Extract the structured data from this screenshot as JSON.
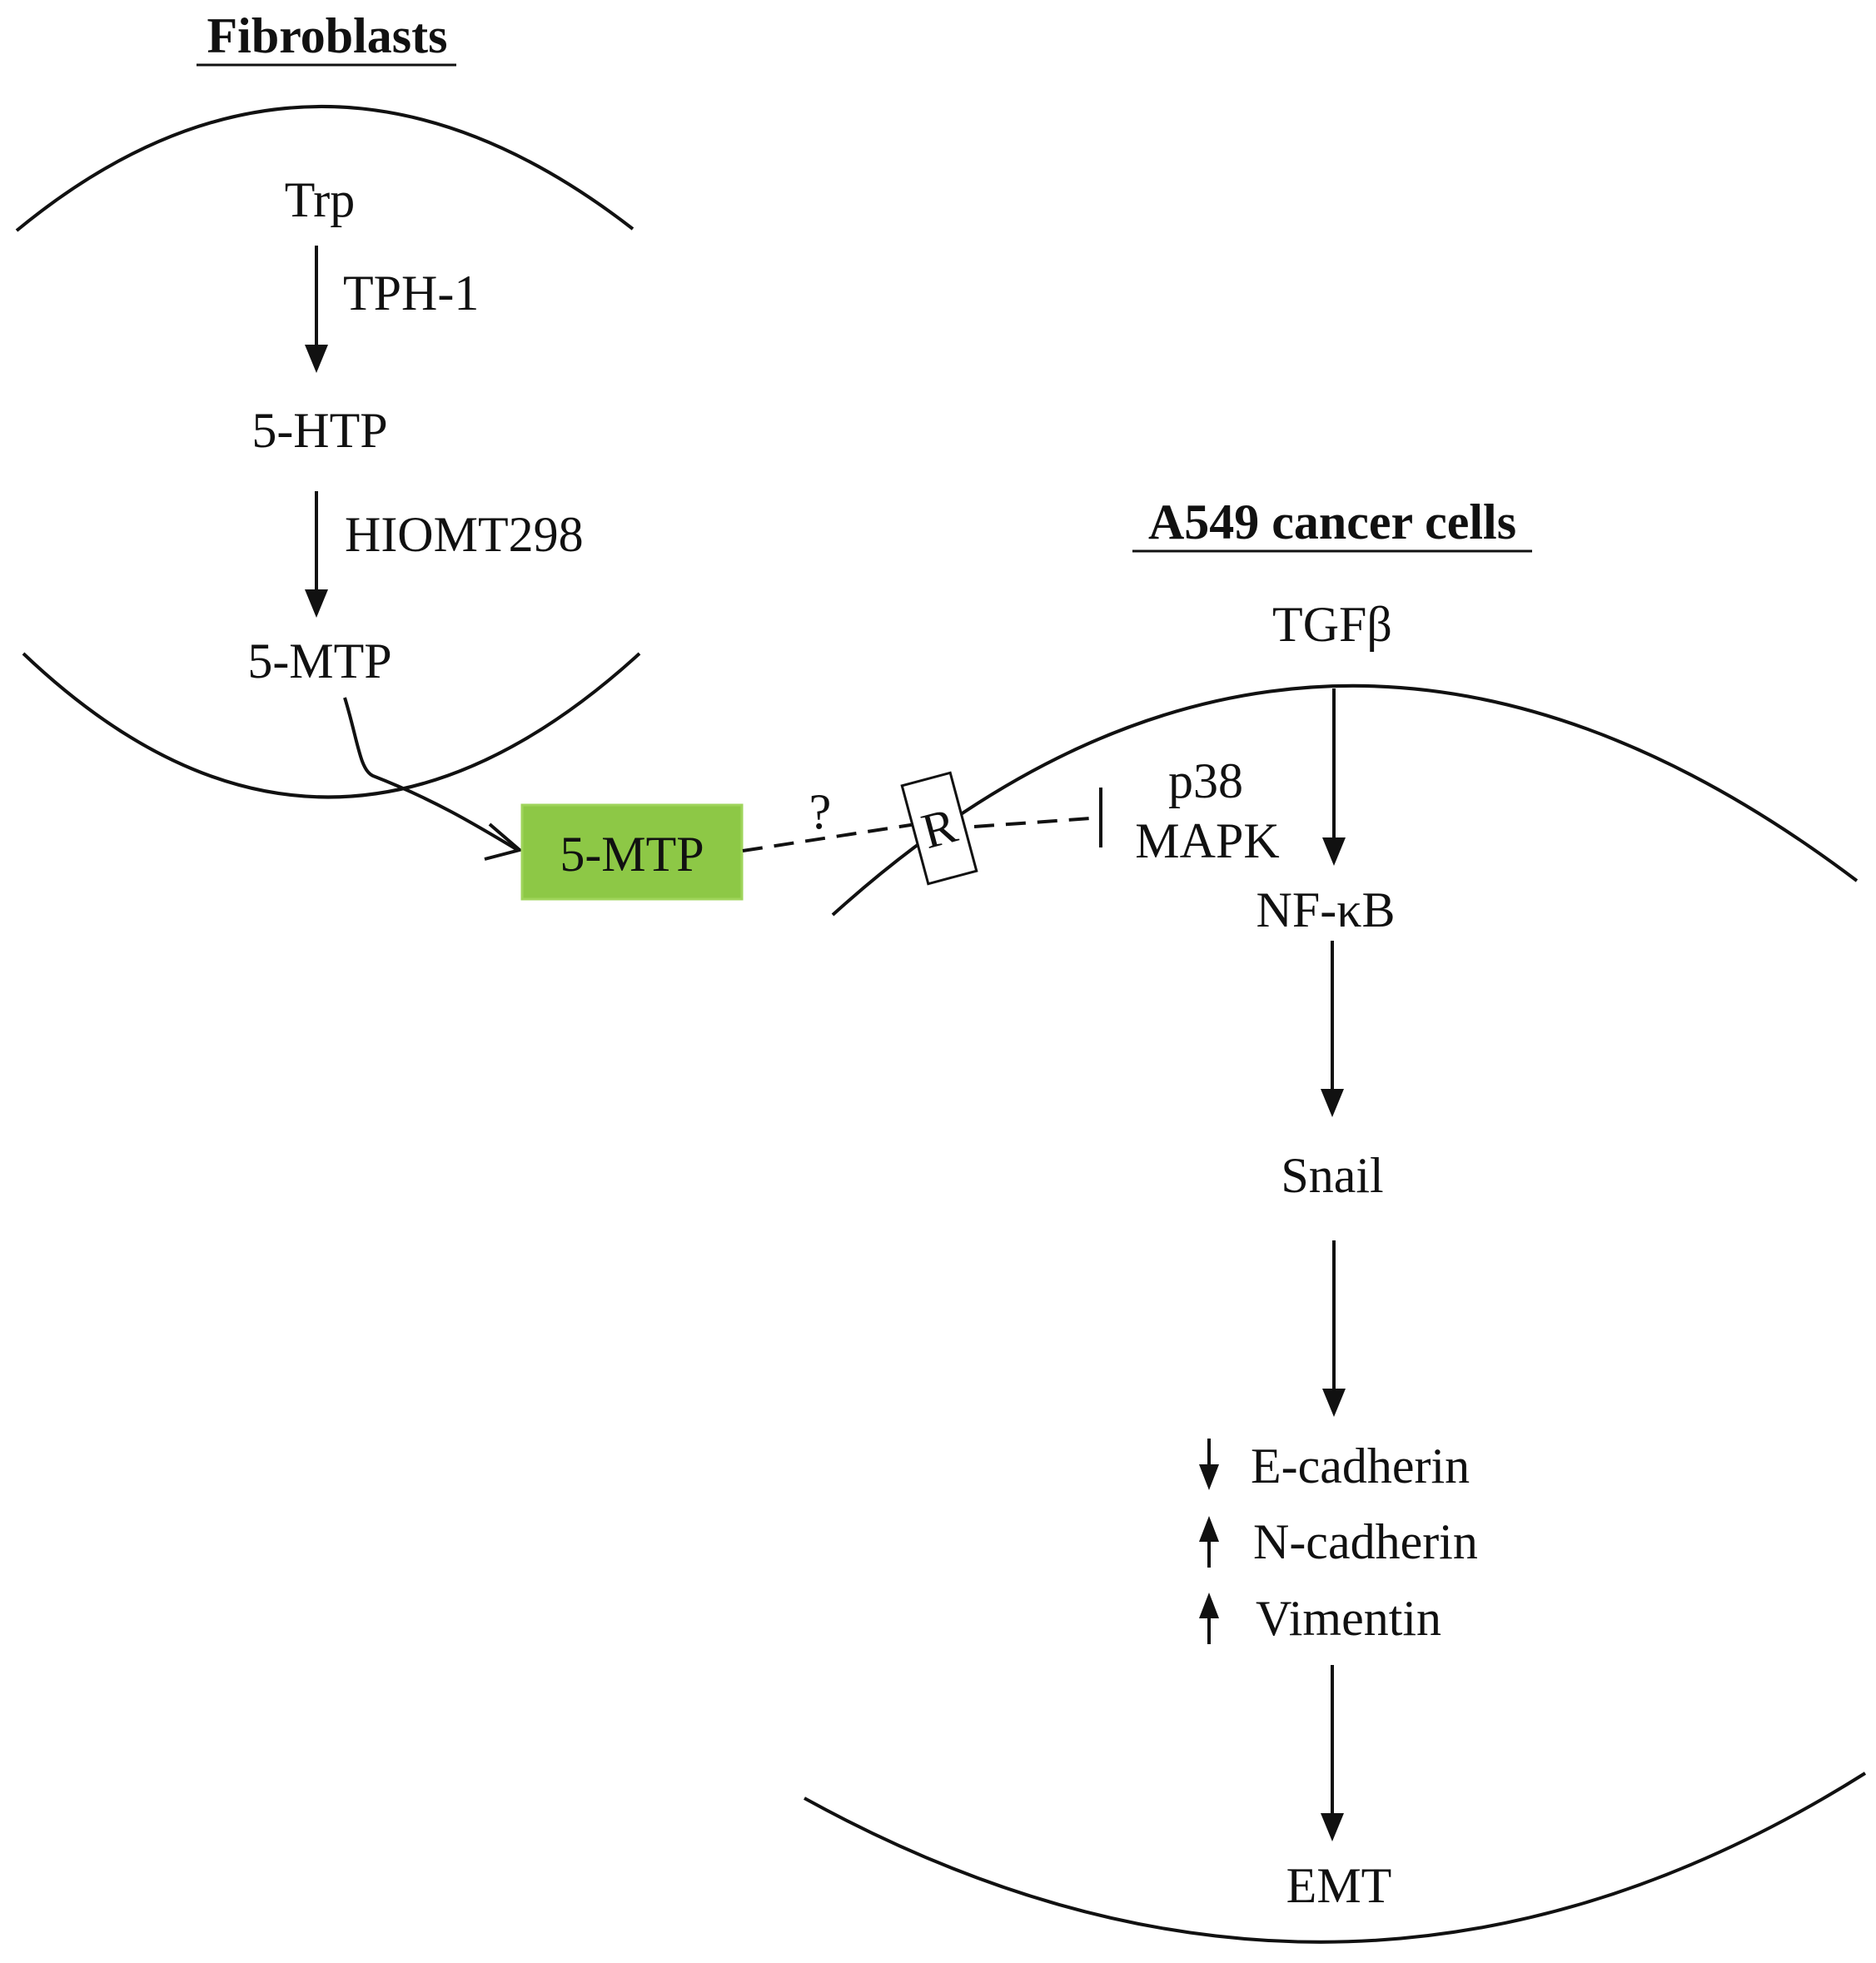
{
  "fibroblasts": {
    "title": "Fibroblasts",
    "trp": "Trp",
    "enzyme1": "TPH-1",
    "htp": "5-HTP",
    "enzyme2": "HIOMT298",
    "mtp_inner": "5-MTP"
  },
  "secreted": {
    "label": "5-MTP",
    "box_color": "#8dc846",
    "question": "?",
    "receptor": "R"
  },
  "cancer": {
    "title": "A549 cancer cells",
    "tgf": "TGFβ",
    "p38": "p38",
    "mapk": "MAPK",
    "nfkb": "NF-κB",
    "snail": "Snail",
    "markers": [
      {
        "direction": "down",
        "label": "E-cadherin"
      },
      {
        "direction": "up",
        "label": "N-cadherin"
      },
      {
        "direction": "up",
        "label": "Vimentin"
      }
    ],
    "emt": "EMT"
  }
}
